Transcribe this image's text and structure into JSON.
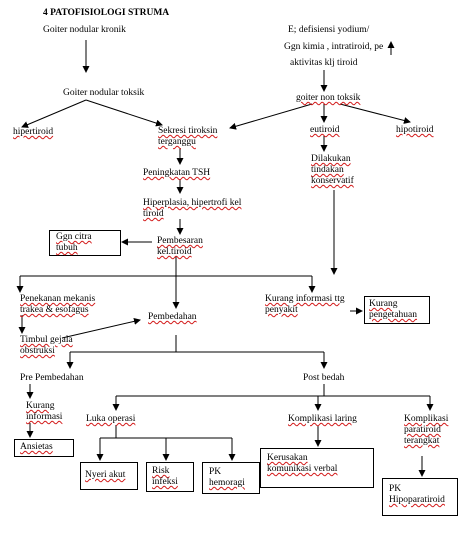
{
  "title": "4 PATOFISIOLOGI STRUMA",
  "nodes": {
    "goiter_nodular_kronik": "Goiter nodular kronik",
    "defisiensi_l1": "E; defisiensi yodium/",
    "defisiensi_l2": "Ggn kimia , intratiroid, pe",
    "defisiensi_l3": "aktivitas klj tiroid",
    "goiter_nodular_toksik": "Goiter nodular toksik",
    "goiter_non_toksik": "goiter non toksik",
    "hipertiroid": "hipertiroid",
    "sekresi_l1": "Sekresi tiroksin",
    "sekresi_l2": "terganggu",
    "eutiroid": "eutiroid",
    "hipotiroid": "hipotiroid",
    "peningkatan_tsh": "Peningkatan TSH",
    "dilakukan_l1": "Dilakukan",
    "dilakukan_l2": "tindakan",
    "dilakukan_l3": "konservatif",
    "hiperplasia_l1": "Hiperplasia, hipertrofi kel",
    "hiperplasia_l2": "tiroid",
    "ggn_citra_l1": "Ggn citra",
    "ggn_citra_l2": "tubuh",
    "pembesaran_l1": "Pembesaran",
    "pembesaran_l2": "kel.tiroid",
    "penekanan_l1": "Penekanan mekanis",
    "penekanan_l2": "trakea & esofagus",
    "kurang_info_l1": "Kurang informasi ttg",
    "kurang_info_l2": "penyakit",
    "kurang_peng_l1": "Kurang",
    "kurang_peng_l2": "pengetahuan",
    "pembedahan": "Pembedahan",
    "timbul_l1": "Timbul gejala",
    "timbul_l2": "obstruksi",
    "pre_pembedahan": "Pre Pembedahan",
    "post_bedah": "Post bedah",
    "kurang_infoasi_l1": "Kurang",
    "kurang_infoasi_l2": "informasi",
    "luka_operasi": "Luka operasi",
    "komplikasi_laring": "Komplikasi laring",
    "komplikasi_para_l1": "Komplikasi",
    "komplikasi_para_l2": "paratiroid",
    "komplikasi_para_l3": "terangkat",
    "ansietas": "Ansietas",
    "kerusakan_l1": "Kerusakan",
    "kerusakan_l2": "komunikasi verbal",
    "nyeri_akut": "Nyeri akut",
    "risk_l1": "Risk",
    "risk_l2": "infeksi",
    "pk_hem_l1": "PK",
    "pk_hem_l2": "hemoragi",
    "pk_hipo_l1": "PK",
    "pk_hipo_l2": "Hipoparatiroid"
  }
}
